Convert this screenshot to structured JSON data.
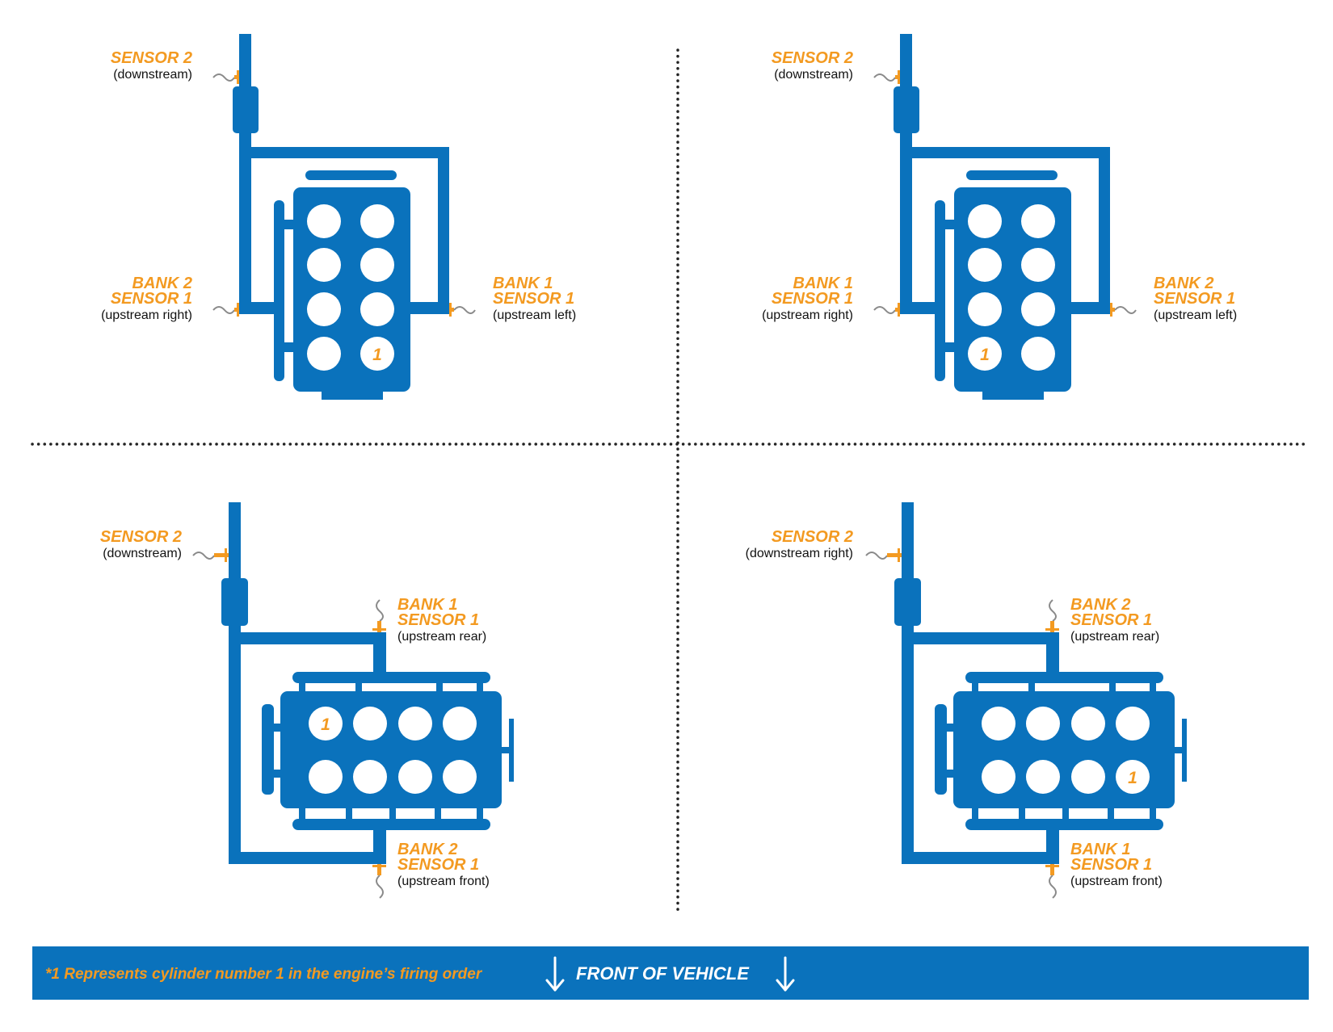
{
  "colors": {
    "accent": "#0A72BC",
    "label": "#F39A21",
    "divider": "#222222",
    "wire": "#8A8A8A"
  },
  "diagrams": [
    {
      "name": "top-left",
      "cylinder_1": "1",
      "sensor2": {
        "title": "SENSOR 2",
        "sub": "(downstream)"
      },
      "upstream_a": {
        "title1": "BANK 2",
        "title2": "SENSOR 1",
        "sub": "(upstream right)"
      },
      "upstream_b": {
        "title1": "BANK 1",
        "title2": "SENSOR 1",
        "sub": "(upstream left)"
      }
    },
    {
      "name": "top-right",
      "cylinder_1": "1",
      "sensor2": {
        "title": "SENSOR 2",
        "sub": "(downstream)"
      },
      "upstream_a": {
        "title1": "BANK 1",
        "title2": "SENSOR 1",
        "sub": "(upstream right)"
      },
      "upstream_b": {
        "title1": "BANK 2",
        "title2": "SENSOR 1",
        "sub": "(upstream left)"
      }
    },
    {
      "name": "bottom-left",
      "cylinder_1": "1",
      "sensor2": {
        "title": "SENSOR 2",
        "sub": "(downstream)"
      },
      "upstream_a": {
        "title1": "BANK 1",
        "title2": "SENSOR 1",
        "sub": "(upstream rear)"
      },
      "upstream_b": {
        "title1": "BANK 2",
        "title2": "SENSOR 1",
        "sub": "(upstream front)"
      }
    },
    {
      "name": "bottom-right",
      "cylinder_1": "1",
      "sensor2": {
        "title": "SENSOR 2",
        "sub": "(downstream right)"
      },
      "upstream_a": {
        "title1": "BANK 2",
        "title2": "SENSOR 1",
        "sub": "(upstream rear)"
      },
      "upstream_b": {
        "title1": "BANK 1",
        "title2": "SENSOR 1",
        "sub": "(upstream front)"
      }
    }
  ],
  "footer": {
    "note": "*1 Represents cylinder number 1 in the engine’s firing order",
    "front": "FRONT OF VEHICLE"
  }
}
